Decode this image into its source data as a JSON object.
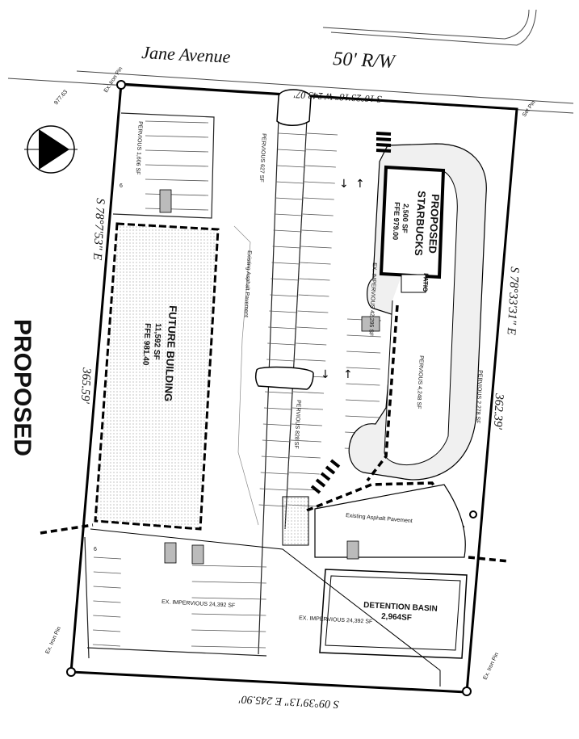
{
  "street": {
    "name": "Jane Avenue",
    "row": "50' R/W"
  },
  "bearings": {
    "top": "S 10°23'18\" W 243.07'",
    "left": "S 78°7'53\" E",
    "right": "S 78°33'31\" E",
    "bottom": "S 09°39'13\" E 245.90'",
    "left_len": "365.59'",
    "right_len": "362.39'"
  },
  "corner_labels": {
    "top_left_pin": "Ex. Iron Pin",
    "top_left_num": "977.63",
    "top_right_pin": "Set Pin",
    "bottom_left_pin": "Ex. Iron Pin",
    "bottom_right_pin": "Ex. Iron Pin"
  },
  "side_title": "PROPOSED",
  "starbucks": {
    "line1": "PROPOSED",
    "line2": "STARBUCKS",
    "line3": "2,500 SF",
    "line4": "FFE 979.00",
    "patio": "PATIO"
  },
  "future_building": {
    "line1": "FUTURE BUILDING",
    "line2": "11,592 SF",
    "line3": "FFE 981.40"
  },
  "areas": {
    "pervious_1": "PERVIOUS 1,606 SF",
    "pervious_2": "PERVIOUS 627 SF",
    "pervious_3": "PERVIOUS 828 SF",
    "pervious_4": "PERVIOUS 4,248 SF",
    "pervious_5": "PERVIOUS 2,278 SF",
    "ex_impervious_42": "EX. IMPERVIOUS 42,295 SF",
    "ex_impervious_24a": "EX. IMPERVIOUS 24,392 SF",
    "ex_impervious_24b": "EX. IMPERVIOUS 24,392 SF"
  },
  "pavement": {
    "a": "Existing Asphalt Pavement",
    "b": "Existing Asphalt Pavement"
  },
  "detention": {
    "name": "DETENTION BASIN",
    "area": "2,964SF"
  },
  "parking_counts": {
    "a": "6",
    "b": "6"
  }
}
